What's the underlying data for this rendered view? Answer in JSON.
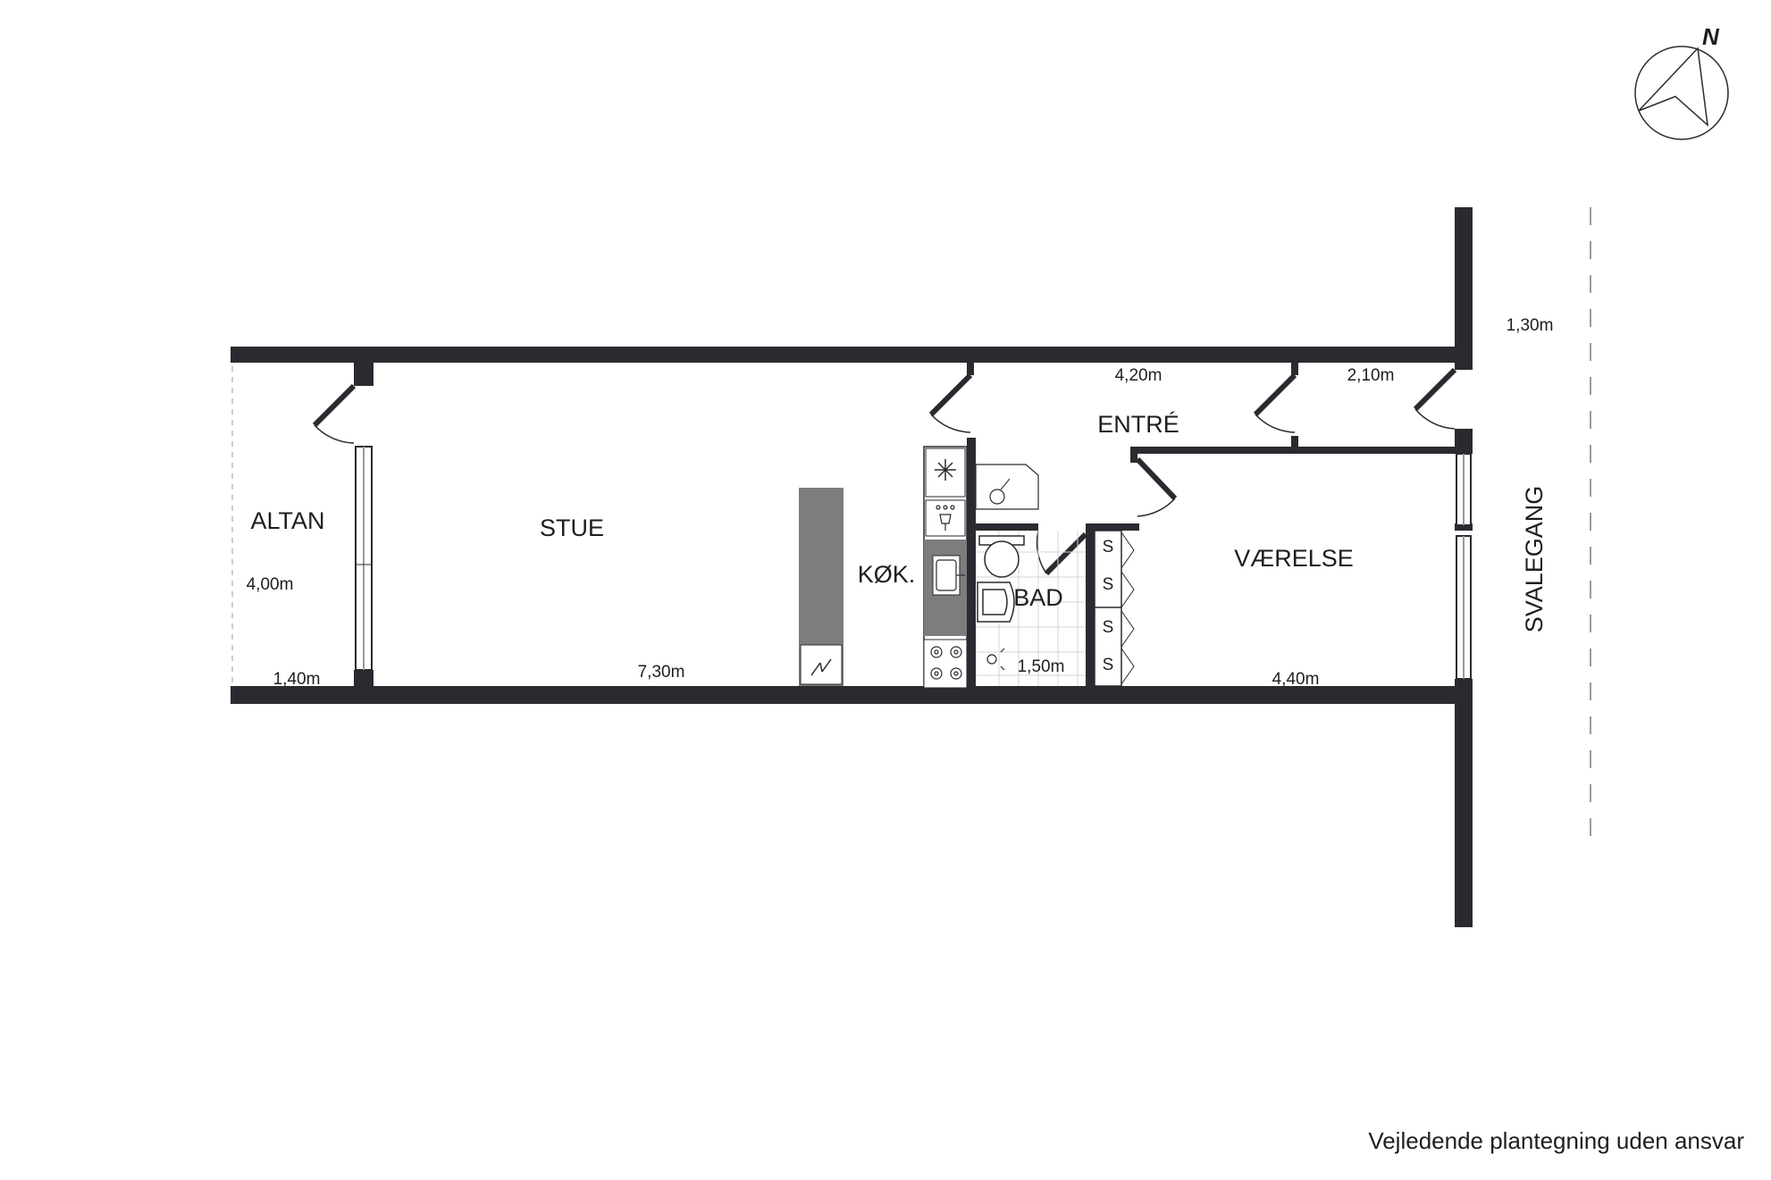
{
  "compass": {
    "north_label": "N"
  },
  "rooms": {
    "altan": "ALTAN",
    "stue": "STUE",
    "kokken": "KØK.",
    "bad": "BAD",
    "entre": "ENTRÉ",
    "vaerelse": "VÆRELSE",
    "svalegang": "SVALEGANG"
  },
  "dimensions": {
    "altan_height": "4,00m",
    "altan_width": "1,40m",
    "stue_width": "7,30m",
    "bad_width": "1,50m",
    "entre_width": "4,20m",
    "hall_width": "2,10m",
    "vaerelse_width": "4,40m",
    "svalegang_width": "1,30m"
  },
  "wardrobe_labels": [
    "S",
    "S",
    "S",
    "S"
  ],
  "footer": {
    "disclaimer": "Vejledende plantegning uden ansvar"
  }
}
